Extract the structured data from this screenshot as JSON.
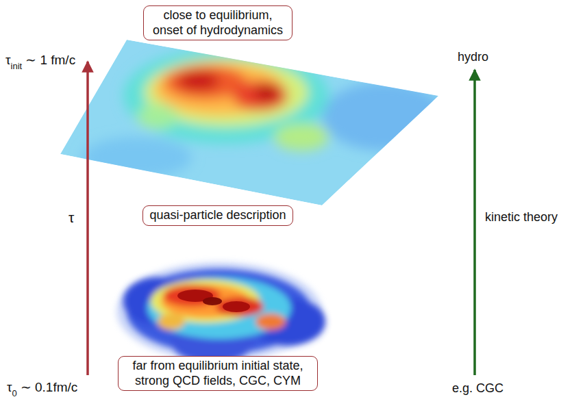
{
  "diagram": {
    "nodes": [
      {
        "text": [
          "close to equilibrium, onset of hydrodynamics"
        ]
      },
      {
        "text": [
          "quasi-particle description"
        ]
      },
      {
        "text": [
          "far from equilibrium initial state, strong QCD fields, CGC, CYM"
        ]
      }
    ],
    "labels": [
      "τ",
      "init",
      "∼ 1 fm/c",
      "hydro",
      "τ",
      "kinetic theory",
      "τ",
      "0",
      "∼ 0.1fm/c",
      "e.g. CGC"
    ]
  }
}
